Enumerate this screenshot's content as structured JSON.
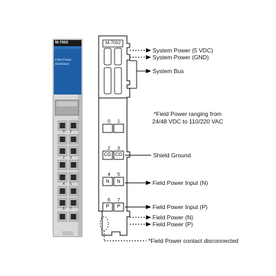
{
  "module": {
    "photo": {
      "model_label": "M-7002",
      "subtitle_lines": [
        "Field Power",
        "Distributor"
      ],
      "terminal_numbers": [
        "0",
        "1",
        "2",
        "3",
        "4",
        "5",
        "6",
        "7"
      ]
    },
    "schematic": {
      "model_label": "M-7002",
      "terminals": [
        {
          "numbers": [
            "0",
            "1"
          ],
          "labels": [
            "",
            ""
          ]
        },
        {
          "numbers": [
            "2",
            "3"
          ],
          "labels": [
            "CG",
            "CG"
          ]
        },
        {
          "numbers": [
            "4",
            "5"
          ],
          "labels": [
            "N",
            "N"
          ]
        },
        {
          "numbers": [
            "6",
            "7"
          ],
          "labels": [
            "P",
            "P"
          ]
        }
      ]
    }
  },
  "annotations": {
    "system_power_5vdc": "System Power (5 VDC)",
    "system_power_gnd": "System Power (GND)",
    "system_bus": "System Bus",
    "field_power_note_line1": "*Field Power ranging from",
    "field_power_note_line2": "24/48 VDC to 110/220 VAC",
    "shield_ground": "Shield Ground",
    "field_power_input_n": "Field Power Input (N)",
    "field_power_input_p": "Field Power Input (P)",
    "field_power_n": "Field Power (N)",
    "field_power_p": "Field Power (P)",
    "contact_disconnected": "*Field Power contact disconnected"
  },
  "colors": {
    "housing": "#d8d8d8",
    "label_blue": "#1f5fa8",
    "outline": "#000000"
  }
}
